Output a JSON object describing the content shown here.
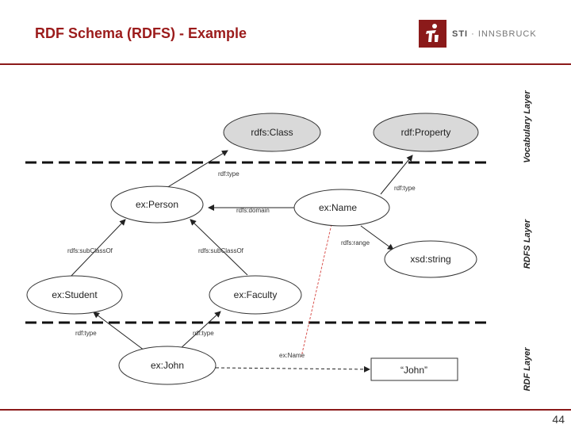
{
  "title": "RDF Schema (RDFS) - Example",
  "logo": {
    "sti": "STI",
    "sep": " · ",
    "place": "INNSBRUCK",
    "brand_color": "#8b1a1a"
  },
  "page_number": "44",
  "layers": {
    "vocabulary": "Vocabulary Layer",
    "rdfs": "RDFS Layer",
    "rdf": "RDF Layer"
  },
  "nodes": {
    "rdfs_class": "rdfs:Class",
    "rdf_property": "rdf:Property",
    "ex_person": "ex:Person",
    "ex_name": "ex:Name",
    "xsd_string": "xsd:string",
    "ex_student": "ex:Student",
    "ex_faculty": "ex:Faculty",
    "ex_john": "ex:John",
    "john_literal": "“John”"
  },
  "edges": {
    "person_type": "rdf:type",
    "name_type": "rdf:type",
    "domain": "rdfs:domain",
    "range": "rdfs:range",
    "student_subclass": "rdfs:subClassOf",
    "faculty_subclass": "rdfs:subClassOf",
    "john_type_student": "rdf:type",
    "john_type_faculty": "rdf:type",
    "john_name": "ex:Name"
  },
  "colors": {
    "class_fill": "#d9d9d9",
    "node_fill": "#ffffff",
    "dashed_highlight": "#d9534f"
  }
}
